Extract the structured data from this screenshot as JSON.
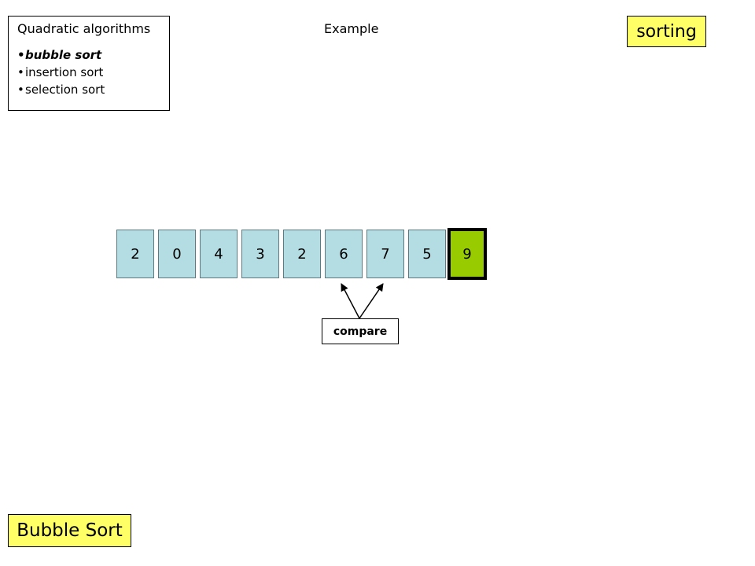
{
  "menu": {
    "title": "Quadratic algorithms",
    "items": [
      {
        "label": "bubble sort",
        "active": true
      },
      {
        "label": "insertion sort",
        "active": false
      },
      {
        "label": "selection sort",
        "active": false
      }
    ]
  },
  "example_label": "Example",
  "sorting_tag": "sorting",
  "bubble_tag": "Bubble Sort",
  "array": {
    "values": [
      "2",
      "0",
      "4",
      "3",
      "2",
      "6",
      "7",
      "5",
      "9"
    ],
    "sorted_index": 8,
    "colors": {
      "cell": "#b3dde2",
      "sorted": "#99cc00"
    }
  },
  "compare_label": "compare"
}
